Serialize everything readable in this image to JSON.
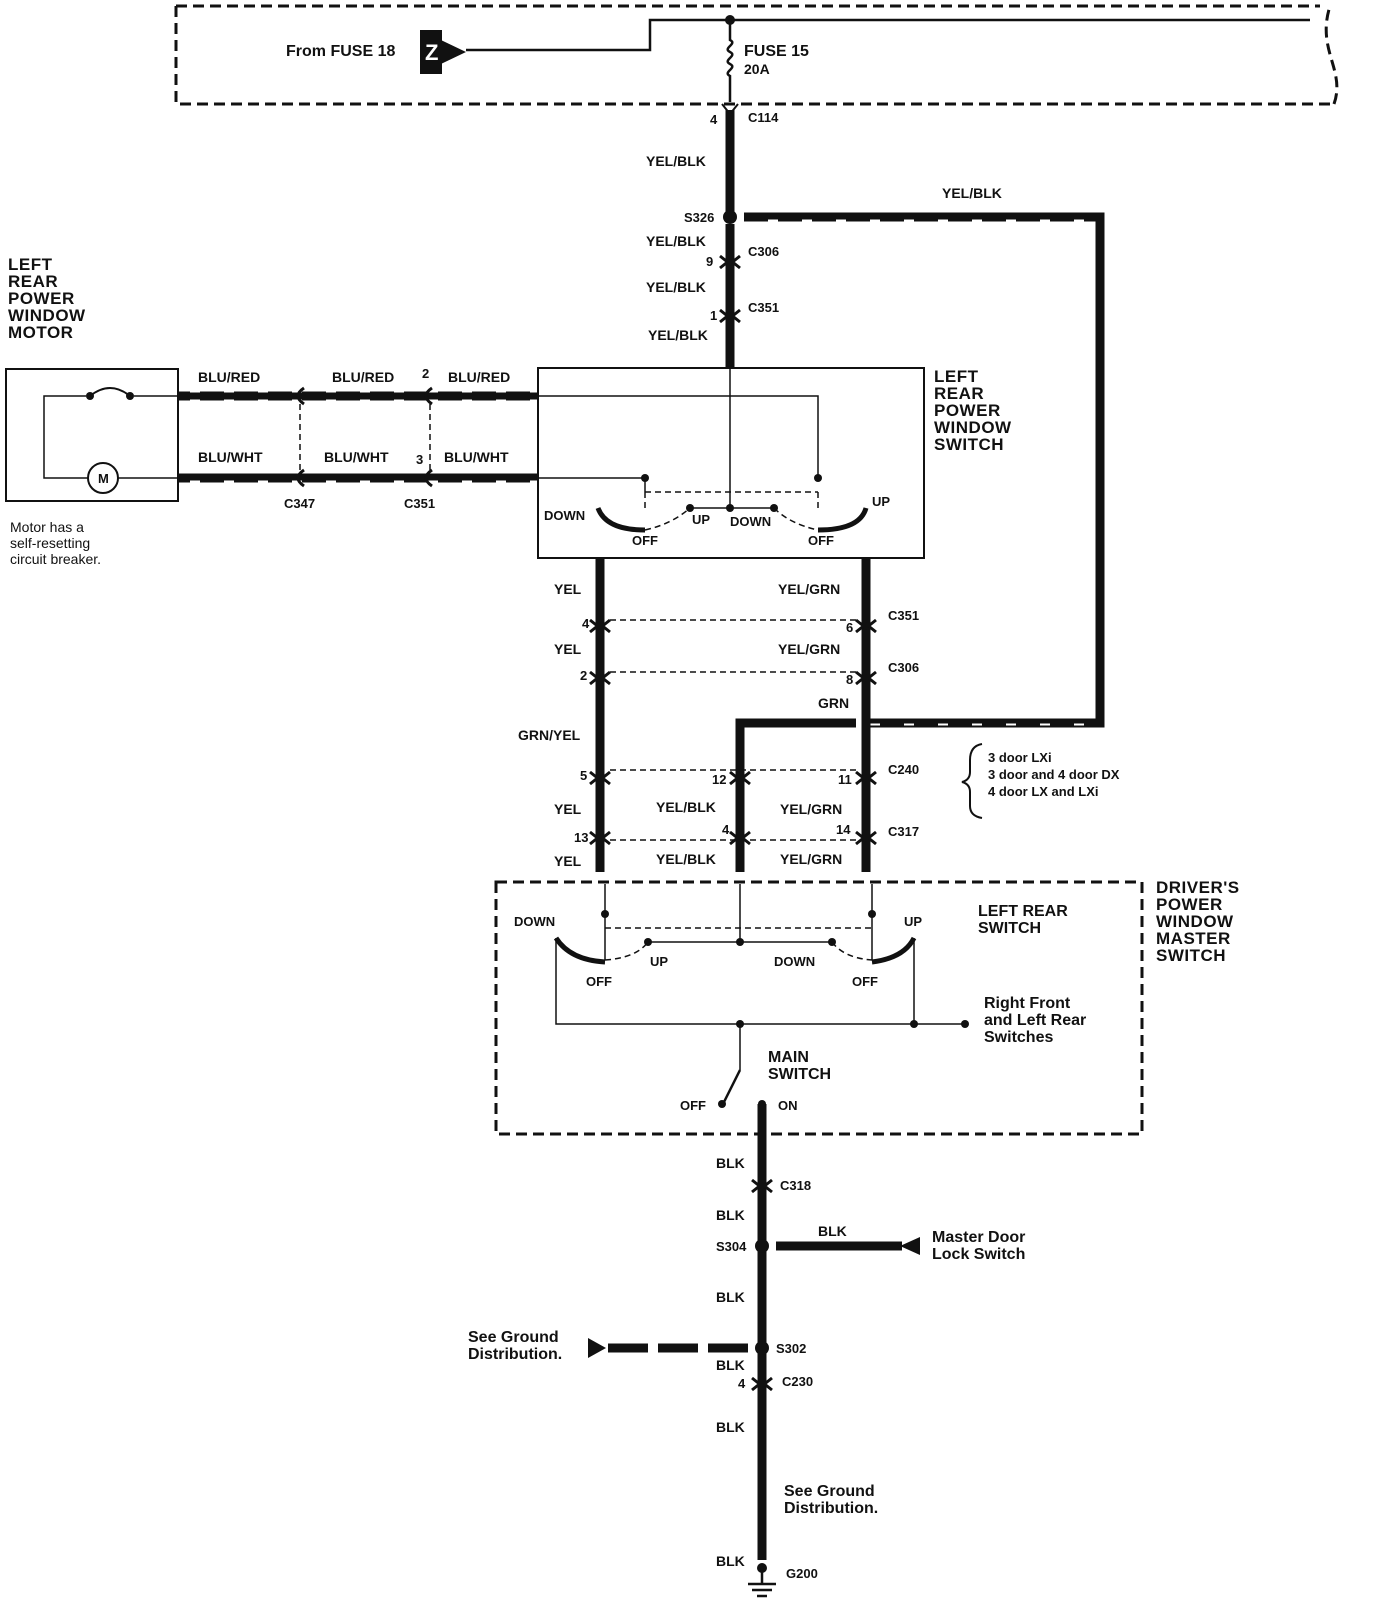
{
  "fuse_box": {
    "from_label": "From FUSE 18",
    "z_label": "Z",
    "fuse_label": "FUSE 15",
    "fuse_rating": "20A"
  },
  "connectors": {
    "c114": "C114",
    "c114_pin": "4",
    "s326": "S326",
    "c306_top": "C306",
    "c306_top_pin": "9",
    "c351_top": "C351",
    "c351_top_pin": "1",
    "c347": "C347",
    "c351_left": "C351",
    "c351_left_pin_top": "2",
    "c351_left_pin_bottom": "3",
    "c351_mid": "C351",
    "c351_mid_pin_l": "4",
    "c351_mid_pin_r": "6",
    "c306_mid": "C306",
    "c306_mid_pin_l": "2",
    "c306_mid_pin_r": "8",
    "c240": "C240",
    "c240_pin_l": "5",
    "c240_pin_m": "12",
    "c240_pin_r": "11",
    "c317": "C317",
    "c317_pin_l": "13",
    "c317_pin_m": "4",
    "c317_pin_r": "14",
    "c318": "C318",
    "s304": "S304",
    "s302": "S302",
    "c230": "C230",
    "c230_pin": "4",
    "g200": "G200"
  },
  "wires": {
    "yel_blk": "YEL/BLK",
    "blu_red": "BLU/RED",
    "blu_wht": "BLU/WHT",
    "yel": "YEL",
    "yel_grn": "YEL/GRN",
    "grn": "GRN",
    "grn_yel": "GRN/YEL",
    "blk": "BLK"
  },
  "components": {
    "motor_title": [
      "LEFT",
      "REAR",
      "POWER",
      "WINDOW",
      "MOTOR"
    ],
    "motor_symbol": "M",
    "motor_note": [
      "Motor has a",
      "self-resetting",
      "circuit breaker."
    ],
    "lr_switch_title": [
      "LEFT",
      "REAR",
      "POWER",
      "WINDOW",
      "SWITCH"
    ],
    "master_title": [
      "DRIVER'S",
      "POWER",
      "WINDOW",
      "MASTER",
      "SWITCH"
    ],
    "left_rear_switch": [
      "LEFT REAR",
      "SWITCH"
    ],
    "main_switch": [
      "MAIN",
      "SWITCH"
    ],
    "right_front_note": [
      "Right Front",
      "and Left Rear",
      "Switches"
    ],
    "master_door_lock": [
      "Master Door",
      "Lock Switch"
    ],
    "see_ground_1": [
      "See Ground",
      "Distribution."
    ],
    "see_ground_2": [
      "See Ground",
      "Distribution."
    ],
    "variants": [
      "3 door LXi",
      "3 door and 4 door DX",
      "4 door LX and LXi"
    ]
  },
  "switch_positions": {
    "down": "DOWN",
    "up": "UP",
    "off": "OFF",
    "on": "ON"
  }
}
